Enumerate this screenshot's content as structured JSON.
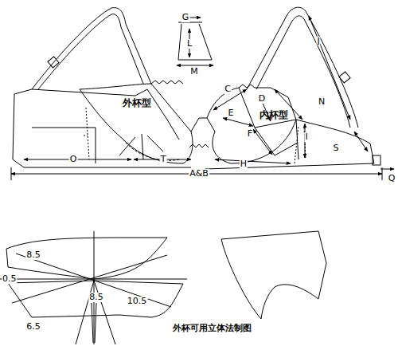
{
  "diagram": {
    "labels": [
      "G",
      "L",
      "M",
      "J",
      "C",
      "D",
      "E",
      "外杯型",
      "内杯型",
      "N",
      "F",
      "I",
      "S",
      "Q",
      "O",
      "T",
      "H",
      "A&B",
      "8.5",
      "0.5",
      "8.5",
      "10.5",
      "6.5",
      "外杯可用立体法制图"
    ]
  }
}
